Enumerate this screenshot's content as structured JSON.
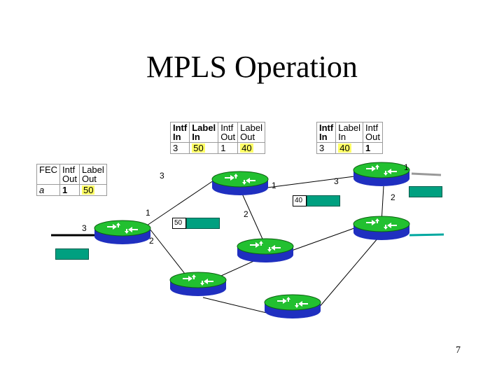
{
  "title": "MPLS Operation",
  "page_number": "7",
  "table_left": {
    "headers": [
      [
        "FEC",
        ""
      ],
      [
        "Intf",
        "Out"
      ],
      [
        "Label",
        "Out"
      ]
    ],
    "rows": [
      {
        "fec": "a",
        "intf_out": "1",
        "label_out": "50"
      }
    ]
  },
  "table_mid": {
    "headers": [
      [
        "Intf",
        "In"
      ],
      [
        "Label",
        "In"
      ],
      [
        "Intf",
        "Out"
      ],
      [
        "Label",
        "Out"
      ]
    ],
    "rows": [
      {
        "intf_in": "3",
        "label_in": "50",
        "intf_out": "1",
        "label_out": "40"
      }
    ]
  },
  "table_right": {
    "headers": [
      [
        "Intf",
        "In"
      ],
      [
        "Label",
        "In"
      ],
      [
        "Intf",
        "Out"
      ]
    ],
    "rows": [
      {
        "intf_in": "3",
        "label_in": "40",
        "intf_out": "1"
      }
    ]
  },
  "interface_labels": {
    "left_router_in": "3",
    "left_router_out_top": "1",
    "left_router_out_bottom": "2",
    "mid_router_in": "3",
    "mid_router_out": "1",
    "mid_router_bottom": "2",
    "right_router_in": "3",
    "right_router_out": "1",
    "right_router_bottom": "2"
  },
  "packets": {
    "label_50": "50",
    "label_40": "40"
  },
  "colors": {
    "highlight": "#ffff66",
    "router_top": "#22c030",
    "router_side": "#1f2fc0",
    "packet": "#00a080"
  }
}
